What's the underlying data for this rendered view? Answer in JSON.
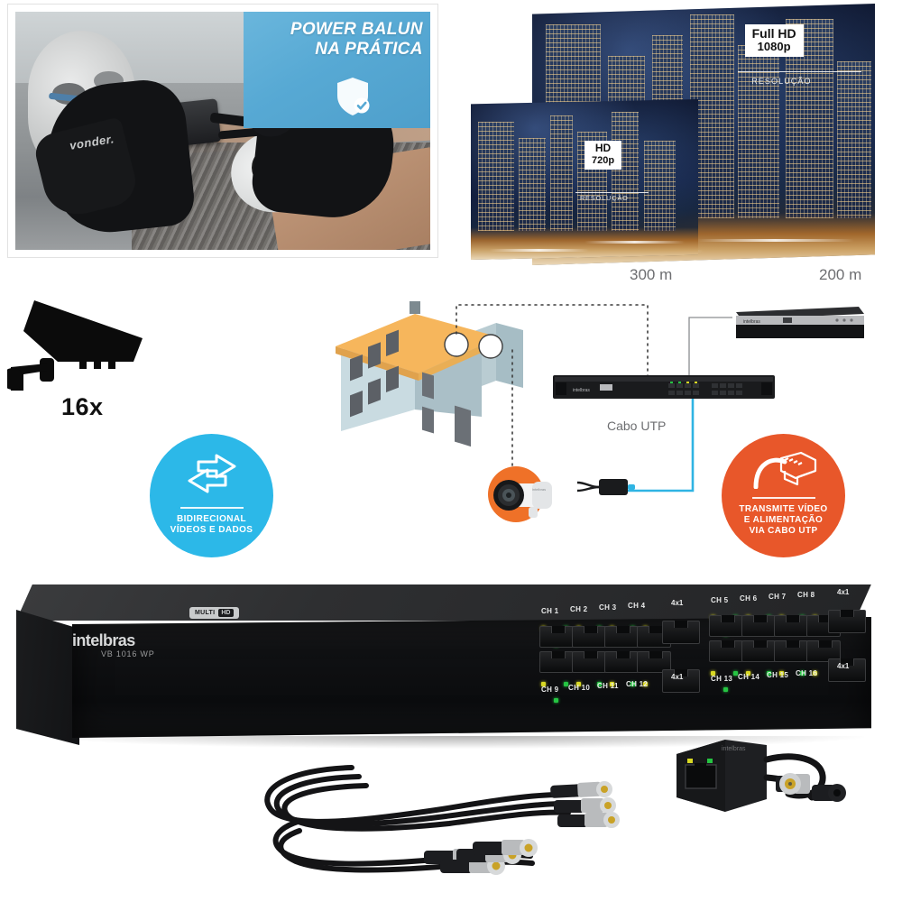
{
  "product": {
    "brand": "intelbras",
    "model": "VB 1016 WP",
    "badge": {
      "prefix": "MULTI",
      "suffix": "HD"
    }
  },
  "photo_card": {
    "overlay_title_line1": "POWER BALUN",
    "overlay_title_line2": "NA PRÁTICA",
    "shield_icon": "shield-check-icon",
    "glove_brand": "vonder.",
    "balun_brand": "intelbras"
  },
  "resolution_panel": {
    "screens": [
      {
        "res_name": "HD",
        "res_value": "720p",
        "res_caption": "RESOLUÇÃO",
        "distance": "300 m"
      },
      {
        "res_name": "Full HD",
        "res_value": "1080p",
        "res_caption": "RESOLUÇÃO",
        "distance": "200 m"
      }
    ]
  },
  "diagram": {
    "camera_count": "16x",
    "camera_icon": "cctv-camera-icon",
    "cable_label": "Cabo UTP",
    "house_icon": "house-icon",
    "dvr_icon": "dvr-icon",
    "bullet_camera_icon": "bullet-camera-icon",
    "balun_icon": "balun-icon"
  },
  "badges": [
    {
      "id": "bidirecional",
      "icon": "bidirectional-arrows-icon",
      "color": "#2cb8e8",
      "line1": "BIDIRECIONAL",
      "line2": "VÍDEOS E DADOS"
    },
    {
      "id": "utp",
      "icon": "rj45-cable-icon",
      "color": "#e8572a",
      "line1": "TRANSMITE VÍDEO",
      "line2": "E ALIMENTAÇÃO",
      "line3": "VIA CABO UTP"
    }
  ],
  "rack": {
    "top_row_channels": [
      "CH 1",
      "CH 2",
      "CH 3",
      "CH 4"
    ],
    "bottom_row_channels": [
      "CH 9",
      "CH 10",
      "CH 11",
      "CH 12"
    ],
    "top_row_channels_right": [
      "CH 5",
      "CH 6",
      "CH 7",
      "CH 8"
    ],
    "bottom_row_channels_right": [
      "CH 13",
      "CH 14",
      "CH 15",
      "CH 16"
    ],
    "uplink_left_top": "4x1",
    "uplink_left_bottom": "4x1",
    "uplink_right_top": "4x1",
    "uplink_right_bottom": "4x1"
  },
  "accessories": {
    "bnc_cable_label": "bnc-cable-bundle",
    "balun_label": "power-balun-unit"
  },
  "colors": {
    "brand_blue": "#2cb8e8",
    "brand_orange": "#e8572a",
    "panel_blue": "#57a9d4",
    "text_gray": "#6d6e71",
    "rack_black": "#101113"
  }
}
